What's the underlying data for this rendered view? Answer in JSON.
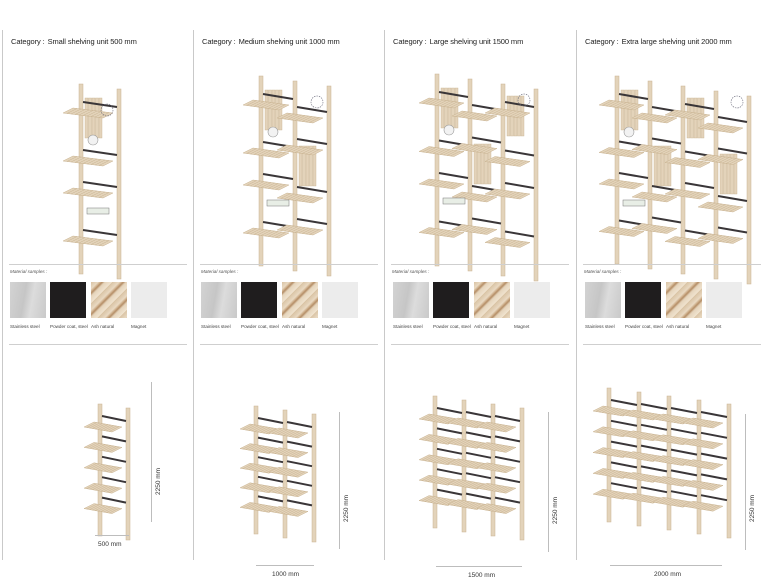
{
  "panels": [
    {
      "category_label": "Category :",
      "category_value": "Small shelving unit 500 mm",
      "material_samples_label": "Material samples :",
      "materials": [
        "Stainless steel",
        "Powder coat, steel",
        "Ash natural",
        "Magnet"
      ],
      "width_dim": "500 mm",
      "height_dim": "2250 mm",
      "modules": 1
    },
    {
      "category_label": "Category :",
      "category_value": "Medium shelving unit 1000 mm",
      "material_samples_label": "Material samples :",
      "materials": [
        "Stainless steel",
        "Powder coat, steel",
        "Ash natural",
        "Magnet"
      ],
      "width_dim": "1000 mm",
      "height_dim": "2250 mm",
      "modules": 2
    },
    {
      "category_label": "Category :",
      "category_value": "Large shelving unit 1500 mm",
      "material_samples_label": "Material samples :",
      "materials": [
        "Stainless steel",
        "Powder coat, steel",
        "Ash natural",
        "Magnet"
      ],
      "width_dim": "1500 mm",
      "height_dim": "2250 mm",
      "modules": 3
    },
    {
      "category_label": "Category :",
      "category_value": "Extra large shelving unit 2000 mm",
      "material_samples_label": "Material samples :",
      "materials": [
        "Stainless steel",
        "Powder coat, steel",
        "Ash natural",
        "Magnet"
      ],
      "width_dim": "2000 mm",
      "height_dim": "2250 mm",
      "modules": 4
    }
  ],
  "colors": {
    "wood": "#e3d3ba",
    "wood_dark": "#c9b391",
    "bracket": "#3a3638",
    "divider": "#cfcfcf"
  }
}
